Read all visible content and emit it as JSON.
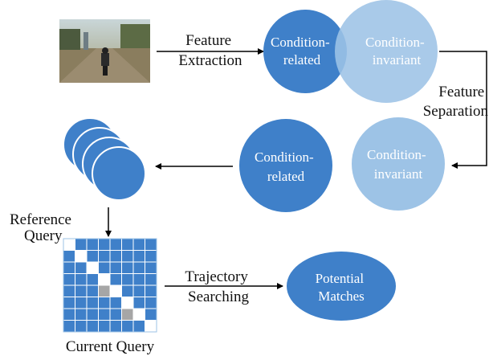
{
  "colors": {
    "dark_blue": "#3f80c9",
    "light_blue": "#9dc3e6",
    "grid_blue": "#3f80c9",
    "grid_gray": "#a6a6a6",
    "grid_white": "#ffffff",
    "arrow": "#000000"
  },
  "labels": {
    "feature_extraction": [
      "Feature",
      "Extraction"
    ],
    "condition_related": [
      "Condition-",
      "related"
    ],
    "condition_invariant": [
      "Condition-",
      "invariant"
    ],
    "feature_separation": [
      "Feature",
      "Separation"
    ],
    "reference_query": [
      "Reference",
      "Query"
    ],
    "current_query": "Current Query",
    "trajectory_searching": [
      "Trajectory",
      "Searching"
    ],
    "potential_matches": [
      "Potential",
      "Matches"
    ]
  },
  "similarity_matrix": {
    "size": 8,
    "white_cells": [
      [
        0,
        0
      ],
      [
        1,
        1
      ],
      [
        2,
        2
      ],
      [
        3,
        3
      ],
      [
        4,
        4
      ],
      [
        5,
        5
      ],
      [
        6,
        6
      ],
      [
        7,
        7
      ]
    ],
    "gray_cells": [
      [
        4,
        3
      ],
      [
        6,
        5
      ]
    ]
  },
  "stack_count": 4
}
